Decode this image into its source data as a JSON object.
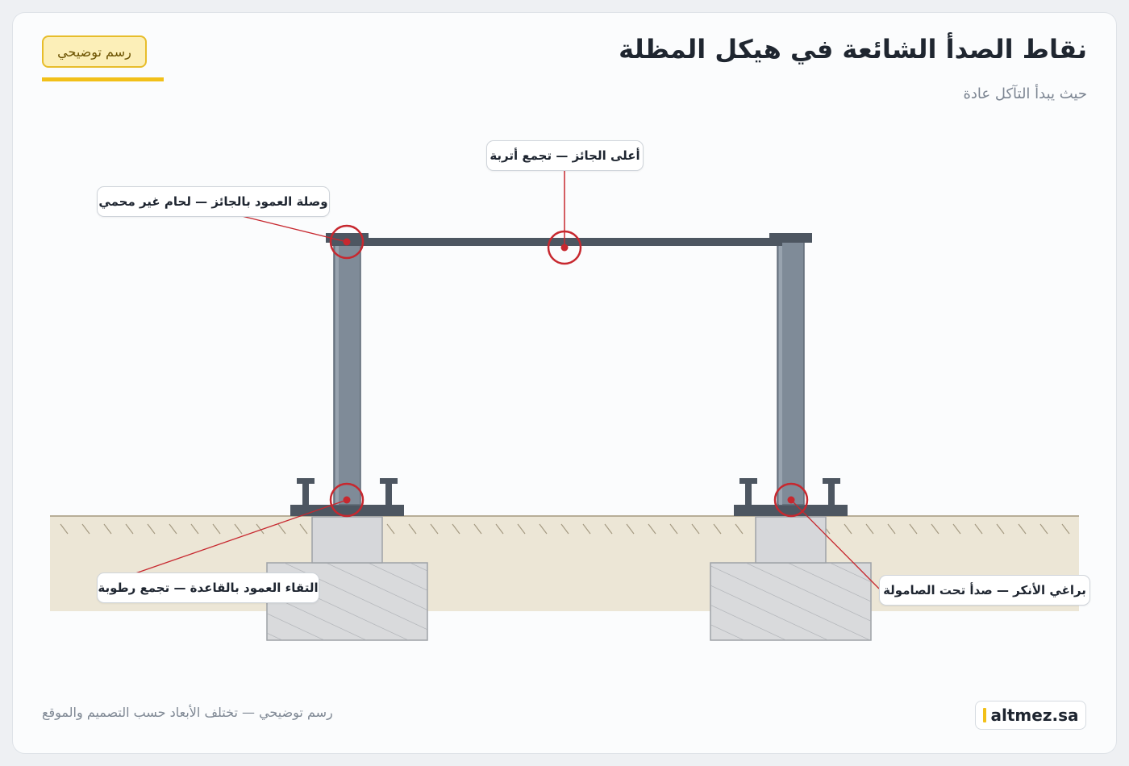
{
  "header": {
    "title": "نقاط الصدأ الشائعة في هيكل المظلة",
    "subtitle": "حيث يبدأ التآكل عادة",
    "badge": "رسم توضيحي"
  },
  "callouts": {
    "beam_top": "أعلى الجائز — تجمع أتربة",
    "column_beam_joint": "وصلة العمود بالجائز — لحام غير محمي",
    "column_base": "التقاء العمود بالقاعدة — تجمع رطوبة",
    "anchor_bolts": "براغي الأنكر — صدأ تحت الصامولة"
  },
  "footer": {
    "note": "رسم توضيحي — تختلف الأبعاد حسب التصميم والموقع",
    "brand": "altmez.sa"
  },
  "colors": {
    "steel": "#7f8b98",
    "steel_dark": "#4d5661",
    "rust_marker": "#c7282f",
    "ground": "#ece6d6",
    "concrete": "#d9dadc",
    "accent": "#f2c019"
  }
}
